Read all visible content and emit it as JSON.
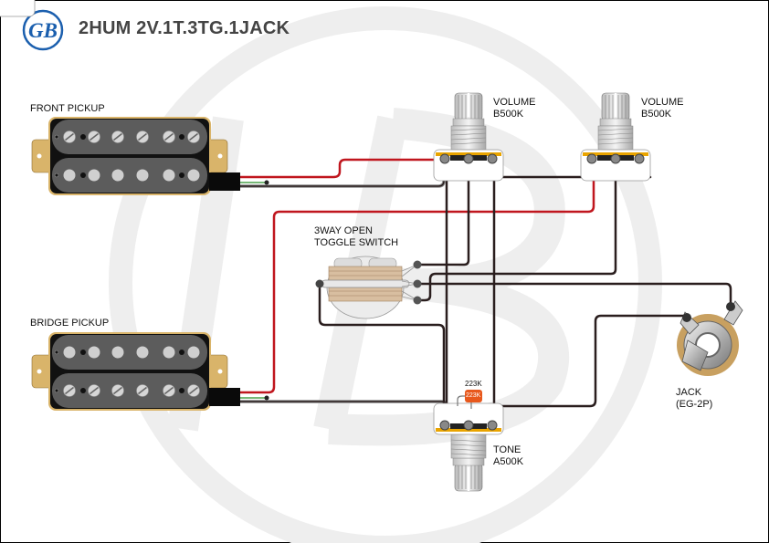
{
  "header": {
    "logo_text": "GB",
    "title": "2HUM 2V.1T.3TG.1JACK"
  },
  "components": {
    "front_pickup": {
      "label": "FRONT PICKUP",
      "type": "humbucker"
    },
    "bridge_pickup": {
      "label": "BRIDGE PICKUP",
      "type": "humbucker"
    },
    "volume_1": {
      "label_line1": "VOLUME",
      "label_line2": "B500K"
    },
    "volume_2": {
      "label_line1": "VOLUME",
      "label_line2": "B500K"
    },
    "toggle": {
      "label_line1": "3WAY OPEN",
      "label_line2": "TOGGLE SWITCH"
    },
    "tone": {
      "label_line1": "TONE",
      "label_line2": "A500K"
    },
    "capacitor": {
      "label": "223K",
      "body_label": "223K",
      "color": "#e8581c"
    },
    "jack": {
      "label_line1": "JACK",
      "label_line2": "(EG-2P)"
    }
  },
  "colors": {
    "hot_wire": "#c0161e",
    "ground_wire": "#2a1e1e",
    "pickup_cover": "#5a5a5a",
    "pickup_ring": "#d9b46a",
    "pot_lug_accent": "#e9a400",
    "watermark": "#eeeeee",
    "logo_blue": "#1b5fae"
  }
}
